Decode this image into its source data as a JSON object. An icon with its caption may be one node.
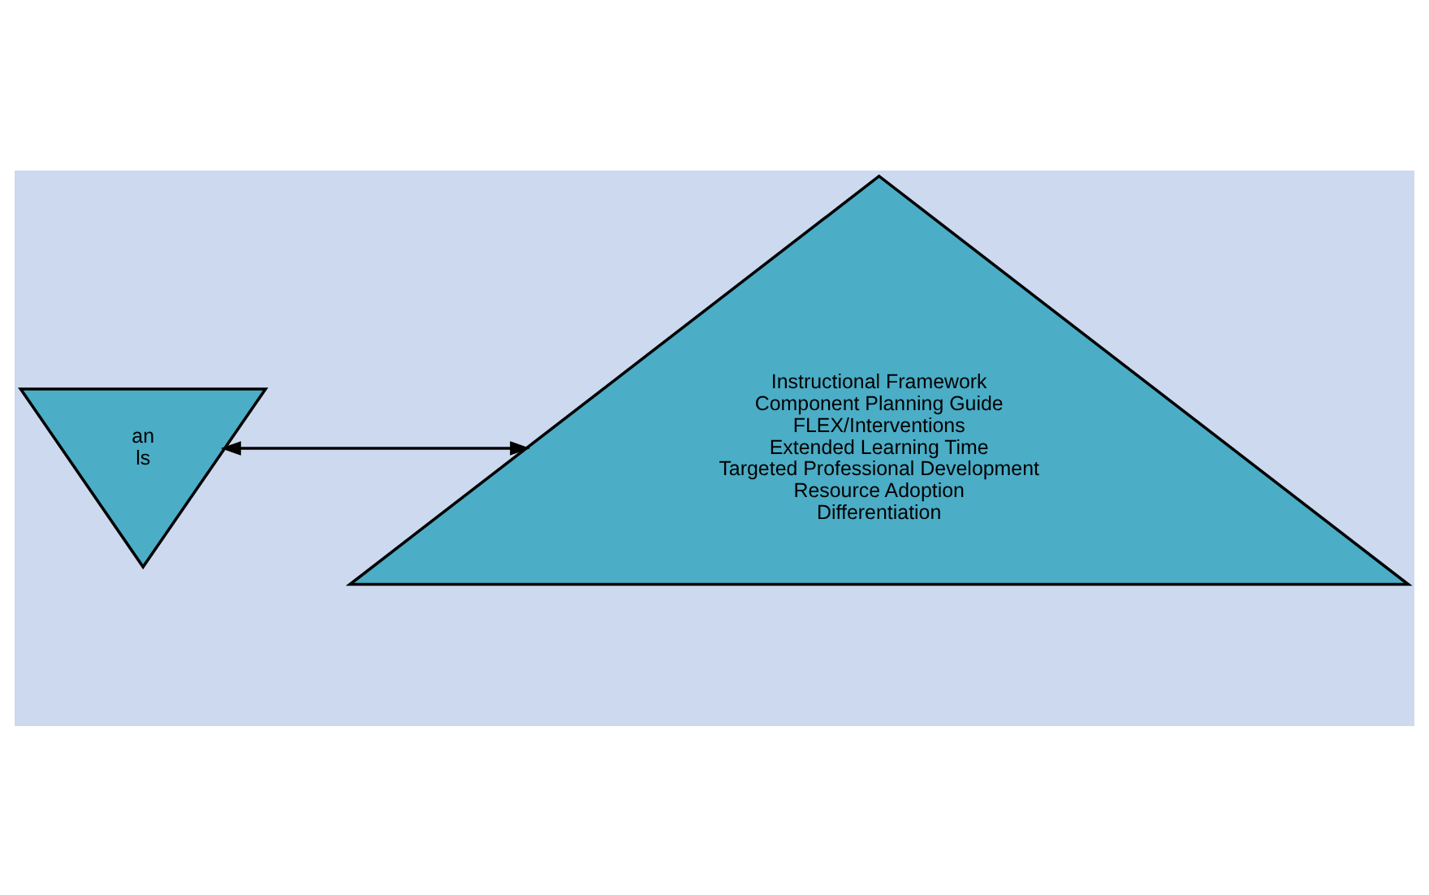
{
  "diagram": {
    "nodes": [
      {
        "text": [
          "an",
          "ls"
        ]
      },
      {
        "text": [
          "Instructional Framework",
          "Component Planning Guide",
          "FLEX/Interventions",
          "Extended Learning Time",
          "Targeted Professional Development",
          "Resource Adoption",
          "Differentiation"
        ]
      }
    ],
    "edges": [
      {
        "from": 0,
        "to": 1,
        "arrow": "both"
      }
    ]
  }
}
